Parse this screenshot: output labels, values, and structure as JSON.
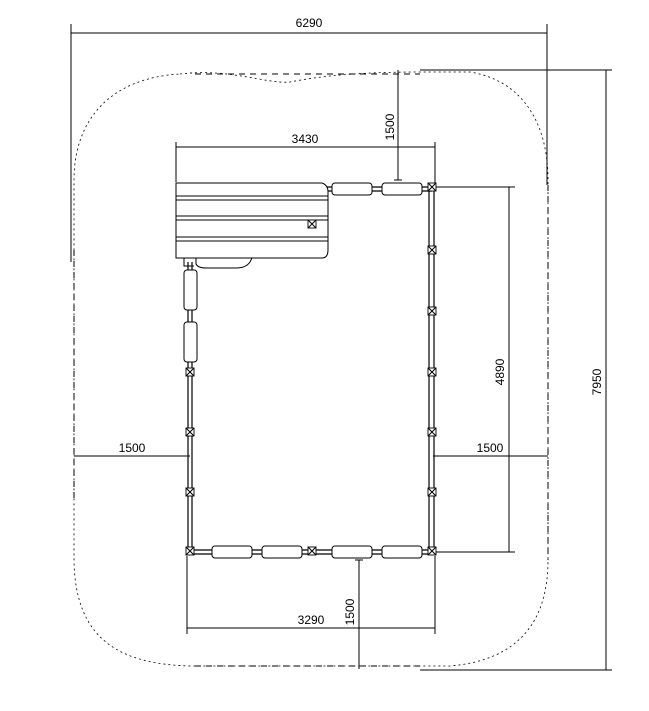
{
  "dimensions": {
    "overall_width": "6290",
    "overall_height": "7950",
    "roof_width": "3430",
    "top_clearance": "1500",
    "inner_height": "4890",
    "left_clearance": "1500",
    "right_clearance": "1500",
    "base_width": "3290",
    "bottom_clearance": "1500"
  }
}
